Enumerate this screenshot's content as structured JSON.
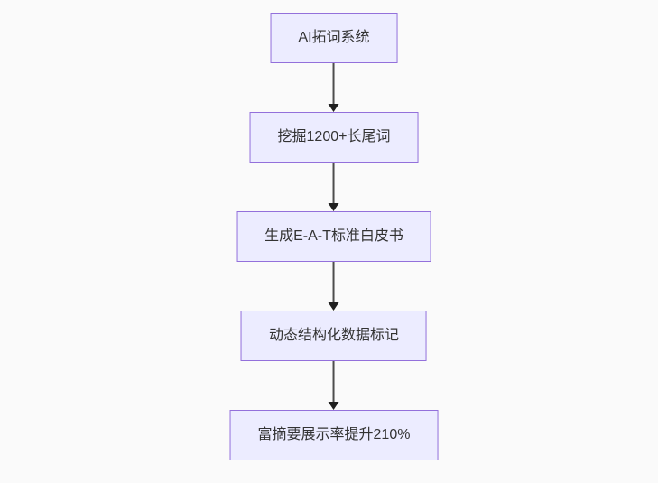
{
  "diagram": {
    "type": "flowchart",
    "direction": "top-down",
    "background_color": "#FAFAFA",
    "node_fill_color": "#ECECFF",
    "node_border_color": "#9370DB",
    "node_text_color": "#333333",
    "edge_color": "#333333",
    "nodes": [
      {
        "id": "n1",
        "label": "AI拓词系统"
      },
      {
        "id": "n2",
        "label": "挖掘1200+长尾词"
      },
      {
        "id": "n3",
        "label": "生成E-A-T标准白皮书"
      },
      {
        "id": "n4",
        "label": "动态结构化数据标记"
      },
      {
        "id": "n5",
        "label": "富摘要展示率提升210%"
      }
    ],
    "edges": [
      {
        "from": "n1",
        "to": "n2",
        "style": "arrow-down"
      },
      {
        "from": "n2",
        "to": "n3",
        "style": "arrow-down"
      },
      {
        "from": "n3",
        "to": "n4",
        "style": "arrow-down"
      },
      {
        "from": "n4",
        "to": "n5",
        "style": "arrow-down"
      }
    ]
  }
}
